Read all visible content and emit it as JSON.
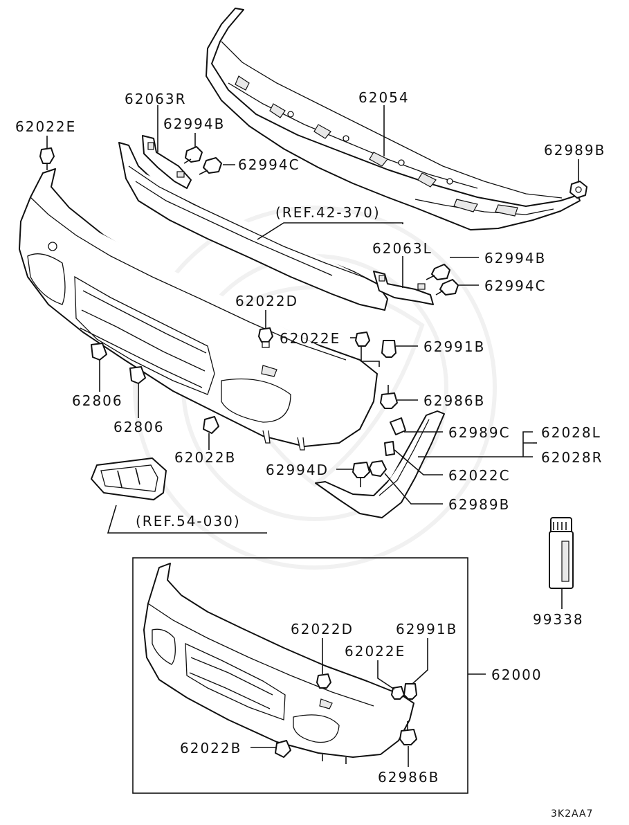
{
  "diagram_code": "3K2AA7",
  "labels": {
    "p62063R": "62063R",
    "p62994B_top": "62994B",
    "p62994C_top": "62994C",
    "p62054": "62054",
    "p62989B_top": "62989B",
    "p62022E_top": "62022E",
    "ref42": "(REF.42-370)",
    "p62063L": "62063L",
    "p62994B_right": "62994B",
    "p62994C_right": "62994C",
    "p62022D": "62022D",
    "p62022E_mid": "62022E",
    "p62991B": "62991B",
    "p62806_a": "62806",
    "p62806_b": "62806",
    "p62986B": "62986B",
    "p62989C": "62989C",
    "p62028L": "62028L",
    "p62028R": "62028R",
    "p62022B": "62022B",
    "p62994D": "62994D",
    "p62022C": "62022C",
    "p62989B_mid": "62989B",
    "ref54": "(REF.54-030)",
    "p99338": "99338",
    "box_62022D": "62022D",
    "box_62991B": "62991B",
    "box_62022E": "62022E",
    "p62000": "62000",
    "box_62022B": "62022B",
    "box_62986B": "62986B"
  }
}
